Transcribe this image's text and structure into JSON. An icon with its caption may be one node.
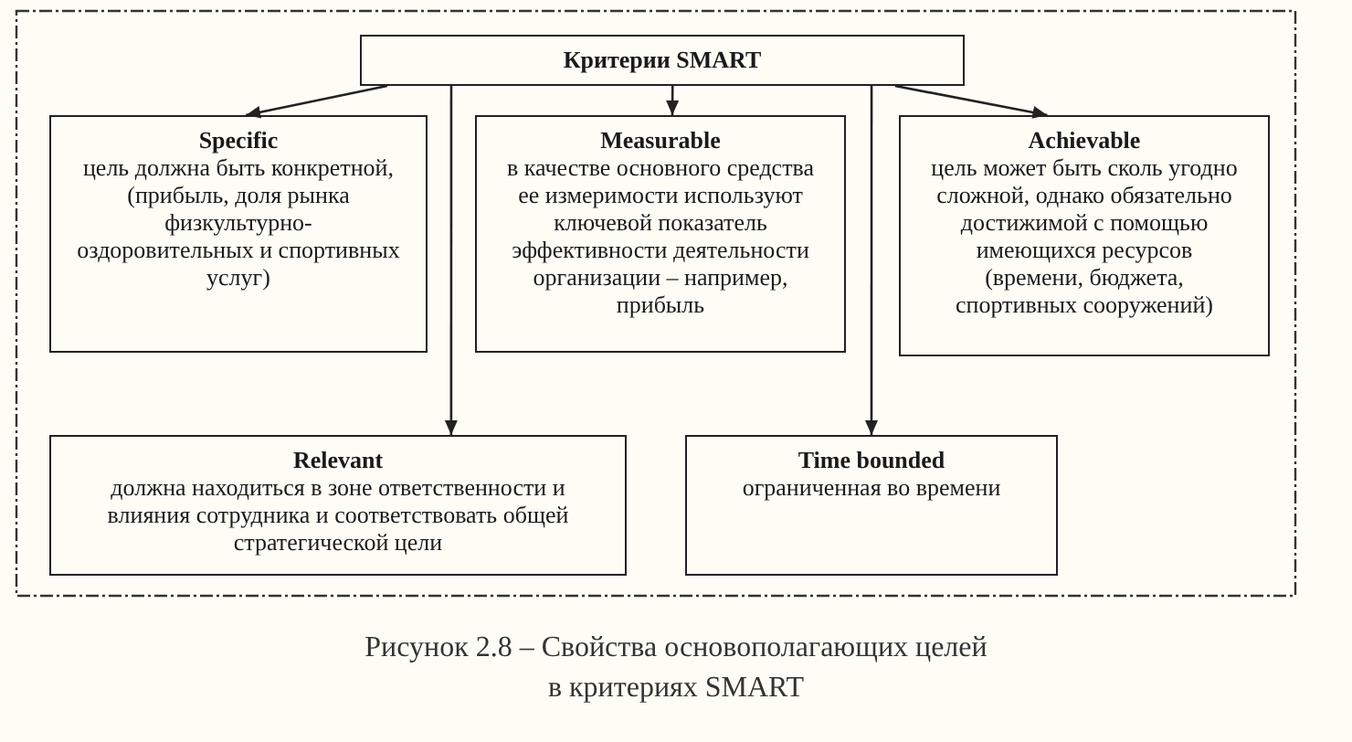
{
  "diagram": {
    "caption": "Рисунок 2.8 – Свойства основополагающих целей в критериях SMART",
    "nodes": [
      {
        "text": [],
        "shape": "box"
      },
      {
        "text": [
          "Критерии SMART"
        ],
        "in": 0
      },
      {
        "text": [
          "Specific",
          "цель должна быть конкретной, (прибыль, доля рынка физкультурно- оздоровительных и спортивных услуг)"
        ],
        "in": 0
      },
      {
        "text": [
          "Measurable",
          "в качестве основного средства ее измеримости используют ключевой показатель эффективности деятельности организации – например, прибыль"
        ],
        "in": 0
      },
      {
        "text": [
          "Achievable",
          "цель может быть сколь угодно сложной, однако обязательно достижимой с помощью имеющихся ресурсов (времени, бюджета, спортивных сооружений)"
        ],
        "in": 0
      },
      {
        "text": [
          "Relevant",
          "должна находиться в зоне ответственности и влияния сотрудника и соответствовать общей стратегической цели"
        ],
        "in": 0
      },
      {
        "text": [
          "Time bounded",
          "ограниченная во времени"
        ],
        "in": 0
      }
    ],
    "edges": [
      {
        "from": 1,
        "to": 2,
        "arrow": "to"
      },
      {
        "from": 1,
        "to": 3,
        "arrow": "to"
      },
      {
        "from": 1,
        "to": 4,
        "arrow": "to"
      },
      {
        "from": 1,
        "to": 5,
        "arrow": "to"
      },
      {
        "from": 1,
        "to": 6,
        "arrow": "to"
      }
    ]
  }
}
